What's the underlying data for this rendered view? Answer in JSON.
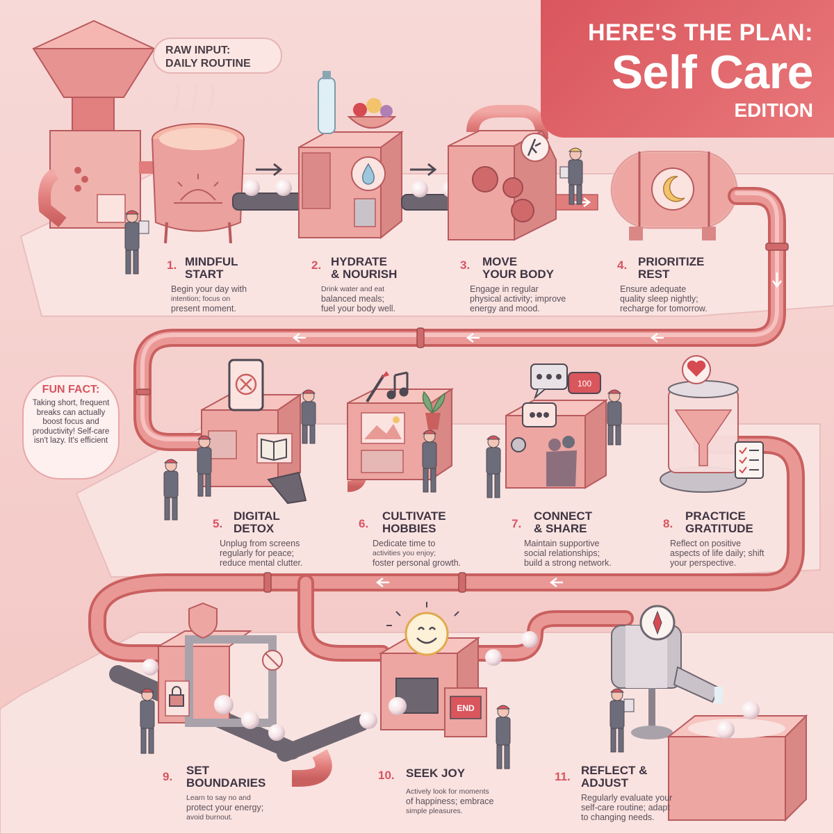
{
  "header": {
    "line1": "HERE'S THE PLAN:",
    "line2": "Self Care",
    "line3": "EDITION"
  },
  "raw_input": {
    "line1": "RAW INPUT:",
    "line2": "DAILY ROUTINE"
  },
  "fun_fact": {
    "title": "FUN FACT:",
    "body": "Taking short, frequent breaks can actually boost focus and productivity! Self-care isn't lazy. It's efficient"
  },
  "steps": [
    {
      "num": "1.",
      "title1": "MINDFUL",
      "title2": "START",
      "desc1": "Begin your day with",
      "desc2": "intention; focus on",
      "desc3": "present moment."
    },
    {
      "num": "2.",
      "title1": "HYDRATE",
      "title2": "& NOURISH",
      "desc1": "Drink water and eat",
      "desc2": "balanced meals;",
      "desc3": "fuel your body well."
    },
    {
      "num": "3.",
      "title1": "MOVE",
      "title2": "YOUR BODY",
      "desc1": "Engage in regular",
      "desc2": "physical activity; improve",
      "desc3": "energy and mood."
    },
    {
      "num": "4.",
      "title1": "PRIORITIZE",
      "title2": "REST",
      "desc1": "Ensure adequate",
      "desc2": "quality sleep nightly;",
      "desc3": "recharge for tomorrow."
    },
    {
      "num": "5.",
      "title1": "DIGITAL",
      "title2": "DETOX",
      "desc1": "Unplug from screens",
      "desc2": "regularly for peace;",
      "desc3": "reduce mental clutter."
    },
    {
      "num": "6.",
      "title1": "CULTIVATE",
      "title2": "HOBBIES",
      "desc1": "Dedicate time to",
      "desc2": "activities you enjoy;",
      "desc3": "foster personal growth."
    },
    {
      "num": "7.",
      "title1": "CONNECT",
      "title2": "& SHARE",
      "desc1": "Maintain supportive",
      "desc2": "social relationships;",
      "desc3": "build a strong network."
    },
    {
      "num": "8.",
      "title1": "PRACTICE",
      "title2": "GRATITUDE",
      "desc1": "Reflect on positive",
      "desc2": "aspects of life daily; shift",
      "desc3": "your perspective."
    },
    {
      "num": "9.",
      "title1": "SET",
      "title2": "BOUNDARIES",
      "desc1": "Learn to say no and",
      "desc2": "protect your energy;",
      "desc3": "avoid burnout."
    },
    {
      "num": "10.",
      "title1": "SEEK JOY",
      "title2": "",
      "desc1": "Actively look for moments",
      "desc2": "of happiness; embrace",
      "desc3": "simple pleasures."
    },
    {
      "num": "11.",
      "title1": "REFLECT &",
      "title2": "ADJUST",
      "desc1": "Regularly evaluate your",
      "desc2": "self-care routine; adapt",
      "desc3": "to changing needs."
    }
  ],
  "machine_labels": {
    "screen_end": "END",
    "chat_count": "100"
  },
  "colors": {
    "background": "#f6d3d1",
    "accent": "#d9565d",
    "pipe": "#e58a88",
    "machine": "#eba9a5",
    "worker": "#6c6c7a"
  },
  "icons": [
    "sunrise-icon",
    "water-drop-icon",
    "running-figure-icon",
    "moon-icon",
    "phone-icon",
    "book-icon",
    "paintbrush-icon",
    "music-note-icon",
    "chat-bubble-icon",
    "heart-icon",
    "checklist-icon",
    "shield-icon",
    "lock-icon",
    "smiley-icon",
    "compass-icon"
  ]
}
